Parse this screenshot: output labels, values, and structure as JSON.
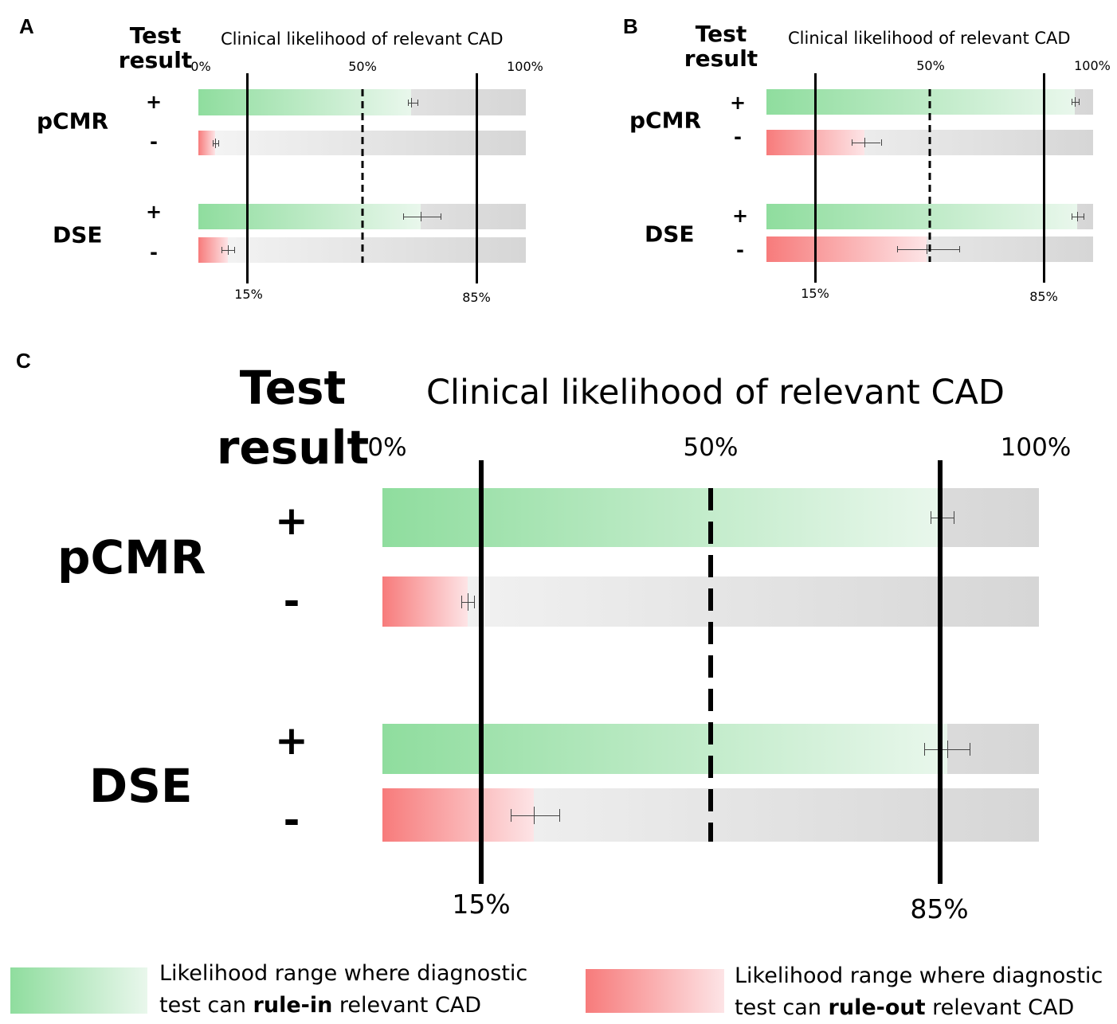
{
  "panels": [
    {
      "id": "A",
      "label": "A",
      "header": [
        "Test",
        "result"
      ],
      "title": "Clinical likelihood of relevant CAD",
      "top_ticks": [
        "0%",
        "50%",
        "100%"
      ],
      "bottom_ticks": [
        "15%",
        "85%"
      ],
      "tests": [
        {
          "name": "pCMR",
          "rows": [
            {
              "sign": "+",
              "kind": "rule-in",
              "value": 65,
              "ci": [
                64,
                67
              ]
            },
            {
              "sign": "-",
              "kind": "rule-out",
              "value": 5,
              "ci": [
                4.5,
                6
              ]
            }
          ]
        },
        {
          "name": "DSE",
          "rows": [
            {
              "sign": "+",
              "kind": "rule-in",
              "value": 68,
              "ci": [
                62.5,
                74
              ]
            },
            {
              "sign": "-",
              "kind": "rule-out",
              "value": 9,
              "ci": [
                7,
                11
              ]
            }
          ]
        }
      ]
    },
    {
      "id": "B",
      "label": "B",
      "header": [
        "Test",
        "result"
      ],
      "title": "Clinical likelihood of relevant CAD",
      "top_ticks": [
        "50%",
        "100%"
      ],
      "bottom_ticks": [
        "15%",
        "85%"
      ],
      "tests": [
        {
          "name": "pCMR",
          "rows": [
            {
              "sign": "+",
              "kind": "rule-in",
              "value": 94.5,
              "ci": [
                93.5,
                95.5
              ]
            },
            {
              "sign": "-",
              "kind": "rule-out",
              "value": 30,
              "ci": [
                26,
                35
              ]
            }
          ]
        },
        {
          "name": "DSE",
          "rows": [
            {
              "sign": "+",
              "kind": "rule-in",
              "value": 95,
              "ci": [
                93.5,
                97
              ]
            },
            {
              "sign": "-",
              "kind": "rule-out",
              "value": 49,
              "ci": [
                40,
                59
              ]
            }
          ]
        }
      ]
    },
    {
      "id": "C",
      "label": "C",
      "header": [
        "Test",
        "result"
      ],
      "title": "Clinical likelihood of relevant CAD",
      "top_ticks": [
        "0%",
        "50%",
        "100%"
      ],
      "bottom_ticks": [
        "15%",
        "85%"
      ],
      "tests": [
        {
          "name": "pCMR",
          "rows": [
            {
              "sign": "+",
              "kind": "rule-in",
              "value": 85,
              "ci": [
                83.5,
                87
              ]
            },
            {
              "sign": "-",
              "kind": "rule-out",
              "value": 13,
              "ci": [
                12,
                14
              ]
            }
          ]
        },
        {
          "name": "DSE",
          "rows": [
            {
              "sign": "+",
              "kind": "rule-in",
              "value": 86,
              "ci": [
                82.5,
                89.5
              ]
            },
            {
              "sign": "-",
              "kind": "rule-out",
              "value": 23,
              "ci": [
                19.5,
                27
              ]
            }
          ]
        }
      ]
    }
  ],
  "chart_data": {
    "type": "bar",
    "title": "Clinical likelihood of relevant CAD",
    "xlabel": "Clinical likelihood of relevant CAD",
    "xlim": [
      0,
      100
    ],
    "reference_lines": [
      15,
      50,
      85
    ],
    "categories": [
      "pCMR +",
      "pCMR -",
      "DSE +",
      "DSE -"
    ],
    "panels": [
      {
        "label": "A",
        "values": [
          65,
          5,
          68,
          9
        ]
      },
      {
        "label": "B",
        "values": [
          94.5,
          30,
          95,
          49
        ]
      },
      {
        "label": "C",
        "values": [
          85,
          13,
          86,
          23
        ]
      }
    ]
  },
  "legend": {
    "rule_in": {
      "pre": "Likelihood range where diagnostic",
      "line2_pre": "test can ",
      "bold": "rule-in",
      "post": " relevant CAD",
      "color_start": "#8fdd9e",
      "color_end": "#e9f7ec"
    },
    "rule_out": {
      "pre": "Likelihood range where diagnostic",
      "line2_pre": "test can ",
      "bold": "rule-out",
      "post": " relevant CAD",
      "color_start": "#f77b7b",
      "color_end": "#fde4e6"
    }
  }
}
